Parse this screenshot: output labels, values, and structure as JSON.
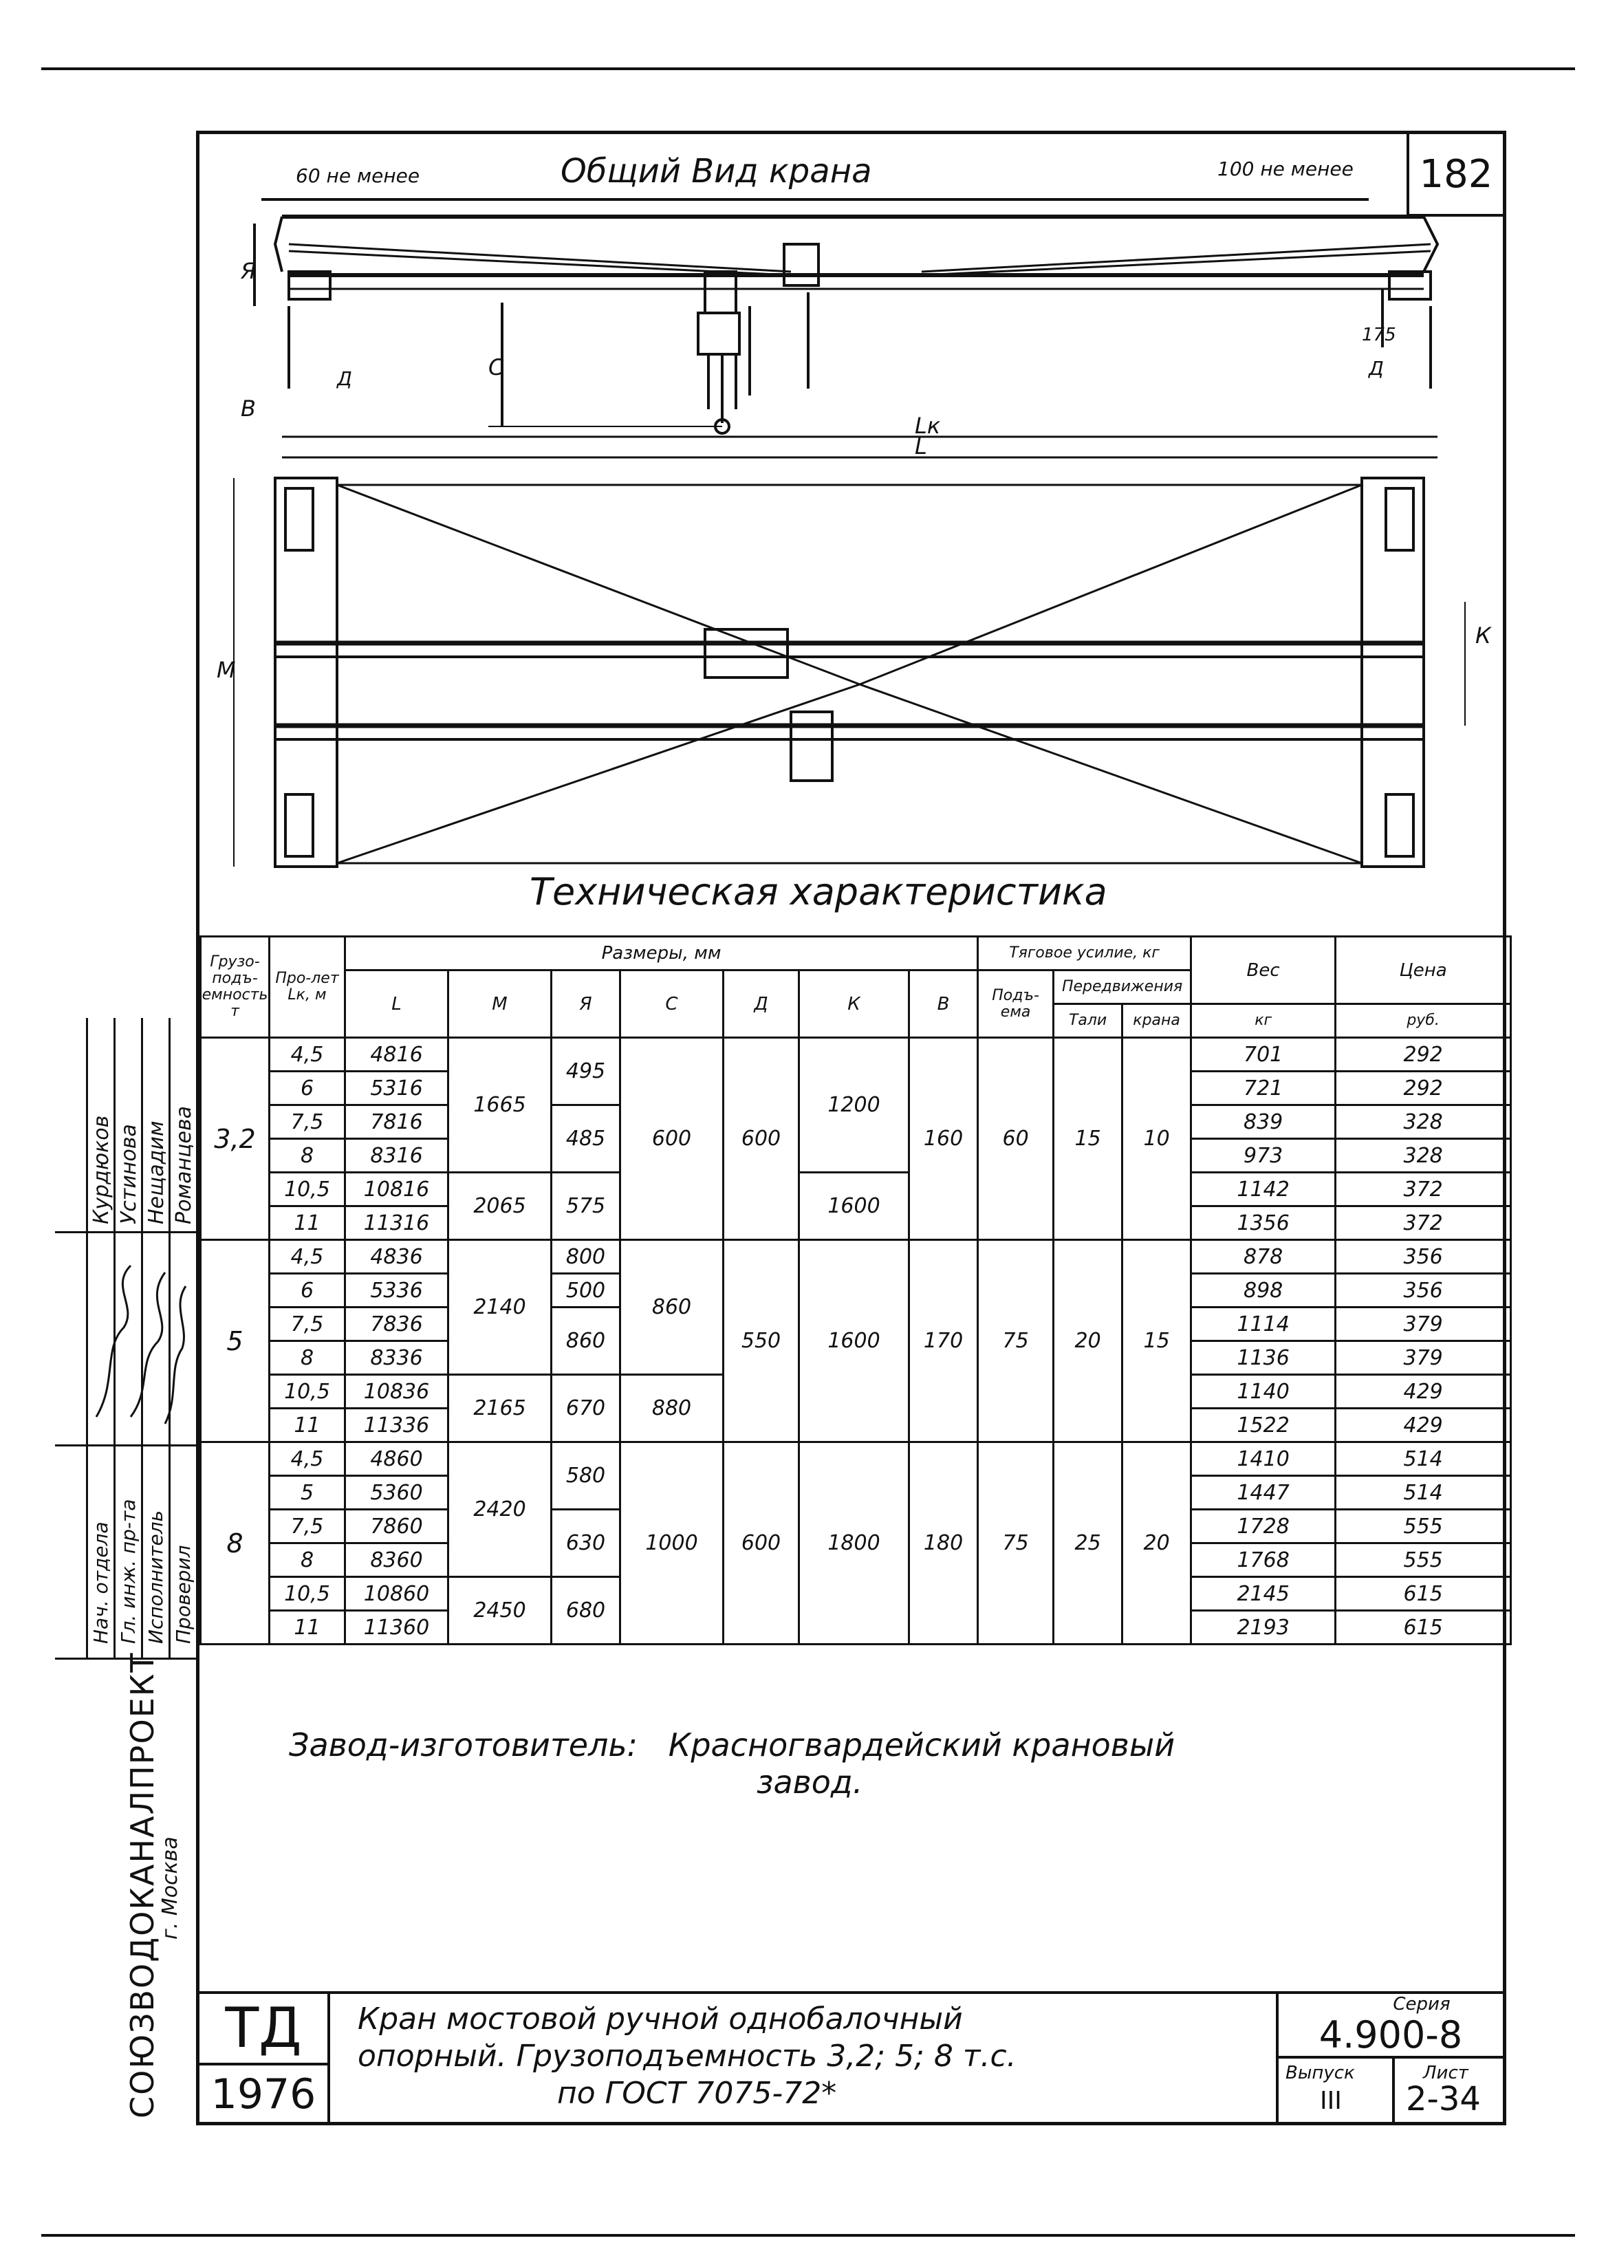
{
  "sheet_number": "182",
  "drawing": {
    "title": "Общий Вид крана",
    "dim_left": "60 не менее",
    "dim_right": "100 не менее",
    "labels": {
      "A": "Я",
      "C": "С",
      "D1": "Д",
      "D2": "Д",
      "B": "В",
      "Lk": "Lк",
      "L": "L",
      "M": "М",
      "K": "К",
      "h175": "175"
    }
  },
  "section_title": "Техническая характеристика",
  "table": {
    "headers": {
      "capacity": "Грузо-подъ-емность т",
      "span": "Про-лет Lк, м",
      "sizes": "Размеры, мм",
      "L": "L",
      "M": "М",
      "A": "Я",
      "C": "С",
      "D": "Д",
      "K": "К",
      "B": "В",
      "traction": "Тяговое усилие, кг",
      "lift": "Подъ-ема",
      "move": "Передвижения",
      "hoist": "Тали",
      "crane": "крана",
      "weight": "Вес",
      "weight_unit": "кг",
      "price": "Цена",
      "price_unit": "руб."
    },
    "groups": [
      {
        "capacity": "3,2",
        "rows": [
          {
            "span": "4,5",
            "L": "4816",
            "weight": "701",
            "price": "292"
          },
          {
            "span": "6",
            "L": "5316",
            "weight": "721",
            "price": "292"
          },
          {
            "span": "7,5",
            "L": "7816",
            "weight": "839",
            "price": "328"
          },
          {
            "span": "8",
            "L": "8316",
            "weight": "973",
            "price": "328"
          },
          {
            "span": "10,5",
            "L": "10816",
            "weight": "1142",
            "price": "372"
          },
          {
            "span": "11",
            "L": "11316",
            "weight": "1356",
            "price": "372"
          }
        ],
        "M": [
          "1665",
          "2065"
        ],
        "A": [
          "495",
          "485",
          "575"
        ],
        "C": [
          "600"
        ],
        "D": "600",
        "K": [
          "1200",
          "1600"
        ],
        "B": "160",
        "lift": "60",
        "hoist": "15",
        "crane": "10"
      },
      {
        "capacity": "5",
        "rows": [
          {
            "span": "4,5",
            "L": "4836",
            "weight": "878",
            "price": "356"
          },
          {
            "span": "6",
            "L": "5336",
            "weight": "898",
            "price": "356"
          },
          {
            "span": "7,5",
            "L": "7836",
            "weight": "1114",
            "price": "379"
          },
          {
            "span": "8",
            "L": "8336",
            "weight": "1136",
            "price": "379"
          },
          {
            "span": "10,5",
            "L": "10836",
            "weight": "1140",
            "price": "429"
          },
          {
            "span": "11",
            "L": "11336",
            "weight": "1522",
            "price": "429"
          }
        ],
        "M": [
          "2140",
          "2165"
        ],
        "A": [
          "800",
          "500",
          "860",
          "670"
        ],
        "C": [
          "860",
          "880"
        ],
        "D": "550",
        "K": [
          "1600"
        ],
        "B": "170",
        "lift": "75",
        "hoist": "20",
        "crane": "15"
      },
      {
        "capacity": "8",
        "rows": [
          {
            "span": "4,5",
            "L": "4860",
            "weight": "1410",
            "price": "514"
          },
          {
            "span": "5",
            "L": "5360",
            "weight": "1447",
            "price": "514"
          },
          {
            "span": "7,5",
            "L": "7860",
            "weight": "1728",
            "price": "555"
          },
          {
            "span": "8",
            "L": "8360",
            "weight": "1768",
            "price": "555"
          },
          {
            "span": "10,5",
            "L": "10860",
            "weight": "2145",
            "price": "615"
          },
          {
            "span": "11",
            "L": "11360",
            "weight": "2193",
            "price": "615"
          }
        ],
        "M": [
          "2420",
          "2450"
        ],
        "A": [
          "580",
          "630",
          "680"
        ],
        "C": [
          "1000"
        ],
        "D": "600",
        "K": [
          "1800"
        ],
        "B": "180",
        "lift": "75",
        "hoist": "25",
        "crane": "20"
      }
    ]
  },
  "manufacturer": {
    "label": "Завод-изготовитель:",
    "name_line1": "Красногвардейский крановый",
    "name_line2": "завод."
  },
  "stamp_left": {
    "names": [
      "Курдюков",
      "Устинова",
      "Нещадим",
      "Романцева"
    ],
    "roles": [
      "Нач. отдела",
      "Гл. инж. пр-та",
      "Исполнитель",
      "Проверил"
    ],
    "org": "СОЮЗВОДОКАНАЛПРОЕКТ",
    "city": "г. Москва"
  },
  "title_block": {
    "td": "ТД",
    "year": "1976",
    "title_line1": "Кран мостовой ручной однобалочный",
    "title_line2": "опорный. Грузоподъемность 3,2; 5; 8 т.с.",
    "title_line3": "по ГОСТ 7075-72*",
    "series_label": "Серия",
    "series": "4.900-8",
    "issue_label": "Выпуск",
    "issue": "III",
    "sheet_label": "Лист",
    "sheet": "2-34"
  }
}
